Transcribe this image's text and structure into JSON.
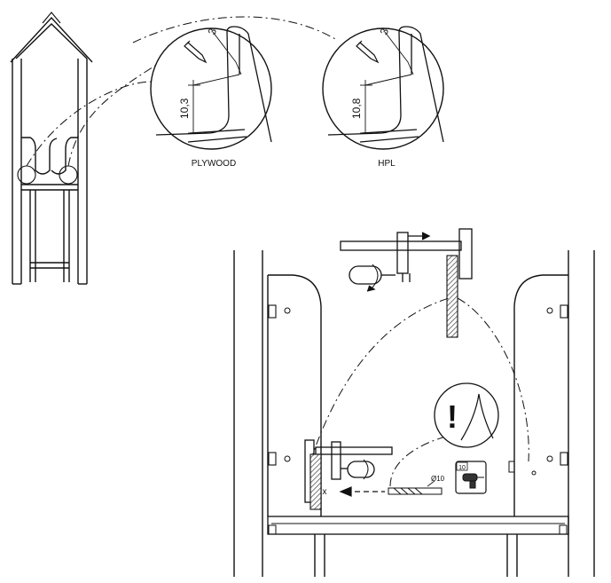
{
  "detail_left": {
    "caption": "PLYWOOD",
    "dim_top": "3",
    "dim_side": "10,3"
  },
  "detail_right": {
    "caption": "HPL",
    "dim_top": "3",
    "dim_side": "10,8"
  },
  "warning": {
    "symbol": "!"
  },
  "drill": {
    "diameter_label": "Ø10",
    "depth_badge": "10",
    "x_mark": "x"
  },
  "colors": {
    "line": "#111111",
    "hatch": "#555555",
    "background": "#ffffff"
  }
}
